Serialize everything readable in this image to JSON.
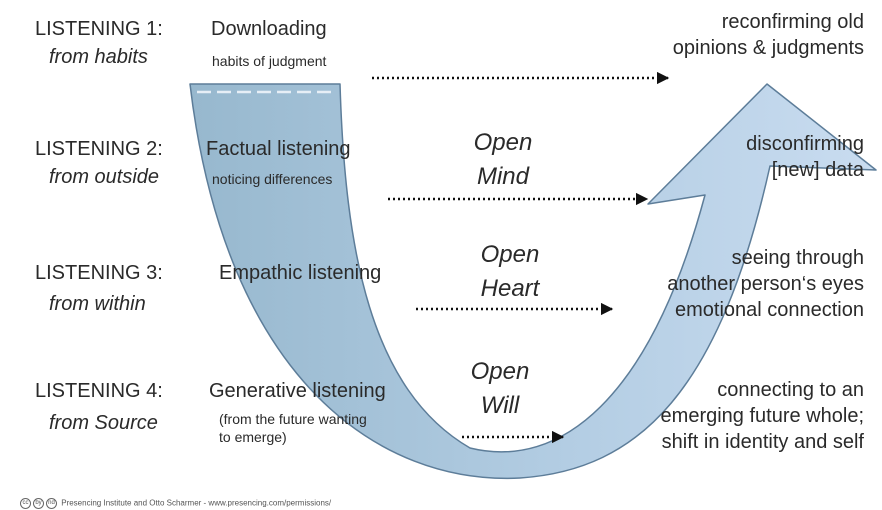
{
  "levels": [
    {
      "title": "LISTENING 1:",
      "mode": "Downloading",
      "source": "from habits",
      "detail": [
        "habits of judgment"
      ],
      "result": [
        "reconfirming old",
        "opinions & judgments"
      ]
    },
    {
      "title": "LISTENING 2:",
      "mode": "Factual listening",
      "source": "from outside",
      "detail": [
        "noticing differences"
      ],
      "opening": [
        "Open",
        "Mind"
      ],
      "result": [
        "disconfirming",
        "[new] data"
      ]
    },
    {
      "title": "LISTENING 3:",
      "mode": "Empathic listening",
      "source": "from within",
      "detail": [],
      "opening": [
        "Open",
        "Heart"
      ],
      "result": [
        "seeing through",
        "another person‘s eyes",
        "emotional connection"
      ]
    },
    {
      "title": "LISTENING 4:",
      "mode": "Generative listening",
      "source": "from Source",
      "detail": [
        "(from the future wanting",
        "to emerge)"
      ],
      "opening": [
        "Open",
        "Will"
      ],
      "result": [
        "connecting to an",
        "emerging future whole;",
        "shift in identity and self"
      ]
    }
  ],
  "footer": {
    "license_icons": [
      "cc",
      "by",
      "nd"
    ],
    "text": "Presencing Institute and Otto Scharmer - www.presencing.com/permissions/"
  },
  "colors": {
    "arrow_left": "#97b8ce",
    "arrow_right": "#c9dcf0",
    "arrow_stroke": "#5d7d99",
    "text": "#2a2a2a"
  }
}
